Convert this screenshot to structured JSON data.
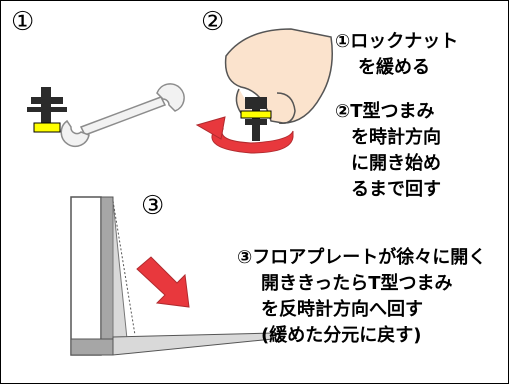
{
  "labels": {
    "n1": "①",
    "n2": "②",
    "n3": "③"
  },
  "step1": {
    "lines": [
      "①ロックナット",
      "を緩める"
    ]
  },
  "step2": {
    "lines": [
      "②T型つまみ",
      "を時計方向",
      "に開き始め",
      "るまで回す"
    ]
  },
  "step3": {
    "lines": [
      "③フロアプレートが徐々に開く",
      "開ききったらT型つまみ",
      "を反時計方向へ回す",
      "(緩めた分元に戻す)"
    ]
  },
  "colors": {
    "knob_yellow": "#ffff00",
    "arrow_red": "#e8383d",
    "hand_skin": "#fbe3cd",
    "gray_dark": "#a6a6a6",
    "gray_light": "#d9d9d9"
  }
}
